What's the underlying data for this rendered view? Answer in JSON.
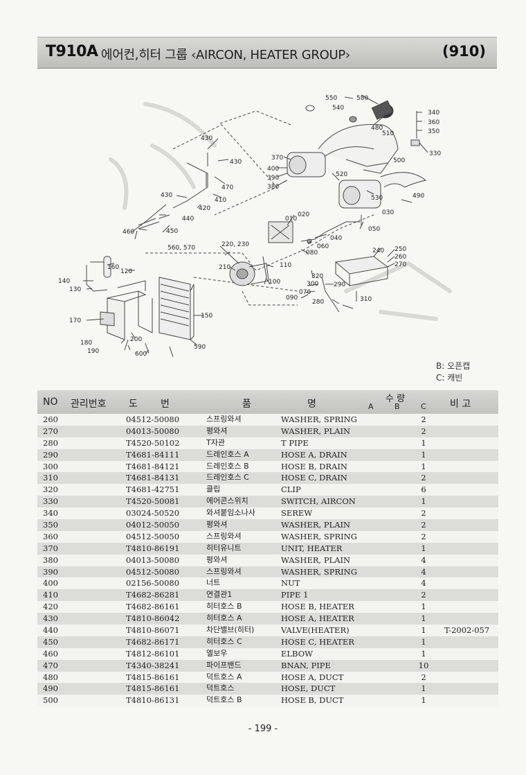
{
  "header": {
    "model": "T910A",
    "title": "에어컨,히터 그룹 ‹AIRCON, HEATER GROUP›",
    "group_code": "(910)"
  },
  "diagram": {
    "callouts": [
      "550",
      "580",
      "540",
      "480",
      "510",
      "340",
      "360",
      "350",
      "330",
      "430",
      "370",
      "430",
      "500",
      "400",
      "390",
      "380",
      "520",
      "470",
      "410",
      "490",
      "530",
      "430",
      "420",
      "030",
      "440",
      "010",
      "020",
      "050",
      "460",
      "450",
      "040",
      "560, 570",
      "220, 230",
      "060",
      "080",
      "240",
      "250",
      "260",
      "270",
      "160",
      "120",
      "110",
      "210",
      "100",
      "320",
      "290",
      "140",
      "130",
      "300",
      "070",
      "090",
      "280",
      "310",
      "150",
      "170",
      "200",
      "180",
      "190",
      "600",
      "590"
    ]
  },
  "legend": {
    "b": "B: 오픈캡",
    "c": "C: 캐빈"
  },
  "table": {
    "headers": {
      "no": "NO",
      "mgmt": "관리번호",
      "drawing_do": "도",
      "drawing_beon": "번",
      "pum": "품",
      "myeong": "명",
      "qty": "수 량",
      "qty_a": "A",
      "qty_b": "B",
      "qty_c": "C",
      "remarks": "비 고"
    },
    "rows": [
      {
        "no": "260",
        "part": "04512-50080",
        "kname": "스프링와셔",
        "ename": "WASHER, SPRING",
        "qty": "2",
        "remarks": ""
      },
      {
        "no": "270",
        "part": "04013-50080",
        "kname": "평와셔",
        "ename": "WASHER, PLAIN",
        "qty": "2",
        "remarks": ""
      },
      {
        "no": "280",
        "part": "T4520-50102",
        "kname": "T자관",
        "ename": "T PIPE",
        "qty": "1",
        "remarks": ""
      },
      {
        "no": "290",
        "part": "T4681-84111",
        "kname": "드레인호스 A",
        "ename": "HOSE A, DRAIN",
        "qty": "1",
        "remarks": ""
      },
      {
        "no": "300",
        "part": "T4681-84121",
        "kname": "드레인호스 B",
        "ename": "HOSE B, DRAIN",
        "qty": "1",
        "remarks": ""
      },
      {
        "no": "310",
        "part": "T4681-84131",
        "kname": "드레인호스 C",
        "ename": "HOSE C, DRAIN",
        "qty": "2",
        "remarks": ""
      },
      {
        "no": "320",
        "part": "T4681-42751",
        "kname": "클립",
        "ename": "CLIP",
        "qty": "6",
        "remarks": ""
      },
      {
        "no": "330",
        "part": "T4520-50081",
        "kname": "에어콘스위치",
        "ename": "SWITCH, AIRCON",
        "qty": "1",
        "remarks": ""
      },
      {
        "no": "340",
        "part": "03024-50520",
        "kname": "와셔붙임소나사",
        "ename": "SEREW",
        "qty": "2",
        "remarks": ""
      },
      {
        "no": "350",
        "part": "04012-50050",
        "kname": "평와셔",
        "ename": "WASHER, PLAIN",
        "qty": "2",
        "remarks": ""
      },
      {
        "no": "360",
        "part": "04512-50050",
        "kname": "스프링와셔",
        "ename": "WASHER, SPRING",
        "qty": "2",
        "remarks": ""
      },
      {
        "no": "370",
        "part": "T4810-86191",
        "kname": "히터유니트",
        "ename": "UNIT, HEATER",
        "qty": "1",
        "remarks": ""
      },
      {
        "no": "380",
        "part": "04013-50080",
        "kname": "평와셔",
        "ename": "WASHER, PLAIN",
        "qty": "4",
        "remarks": ""
      },
      {
        "no": "390",
        "part": "04512-50080",
        "kname": "스프링와셔",
        "ename": "WASHER, SPRING",
        "qty": "4",
        "remarks": ""
      },
      {
        "no": "400",
        "part": "02156-50080",
        "kname": "너트",
        "ename": "NUT",
        "qty": "4",
        "remarks": ""
      },
      {
        "no": "410",
        "part": "T4682-86281",
        "kname": "연결관1",
        "ename": "PIPE 1",
        "qty": "2",
        "remarks": ""
      },
      {
        "no": "420",
        "part": "T4682-86161",
        "kname": "히터호스 B",
        "ename": "HOSE B, HEATER",
        "qty": "1",
        "remarks": ""
      },
      {
        "no": "430",
        "part": "T4810-86042",
        "kname": "히터호스 A",
        "ename": "HOSE A, HEATER",
        "qty": "1",
        "remarks": ""
      },
      {
        "no": "440",
        "part": "T4810-86071",
        "kname": "차단밸브(히터)",
        "ename": "VALVE(HEATER)",
        "qty": "1",
        "remarks": "T-2002-057"
      },
      {
        "no": "450",
        "part": "T4682-86171",
        "kname": "히터호스 C",
        "ename": "HOSE C, HEATER",
        "qty": "1",
        "remarks": ""
      },
      {
        "no": "460",
        "part": "T4812-86101",
        "kname": "엘보우",
        "ename": "ELBOW",
        "qty": "1",
        "remarks": ""
      },
      {
        "no": "470",
        "part": "T4340-38241",
        "kname": "파이프밴드",
        "ename": "BNAN, PIPE",
        "qty": "10",
        "remarks": ""
      },
      {
        "no": "480",
        "part": "T4815-86161",
        "kname": "덕트호스 A",
        "ename": "HOSE A, DUCT",
        "qty": "2",
        "remarks": ""
      },
      {
        "no": "490",
        "part": "T4815-86161",
        "kname": "덕트호스",
        "ename": "HOSE, DUCT",
        "qty": "1",
        "remarks": ""
      },
      {
        "no": "500",
        "part": "T4810-86131",
        "kname": "덕트호스 B",
        "ename": "HOSE B, DUCT",
        "qty": "1",
        "remarks": ""
      }
    ]
  },
  "footer": {
    "page": "- 199 -"
  }
}
